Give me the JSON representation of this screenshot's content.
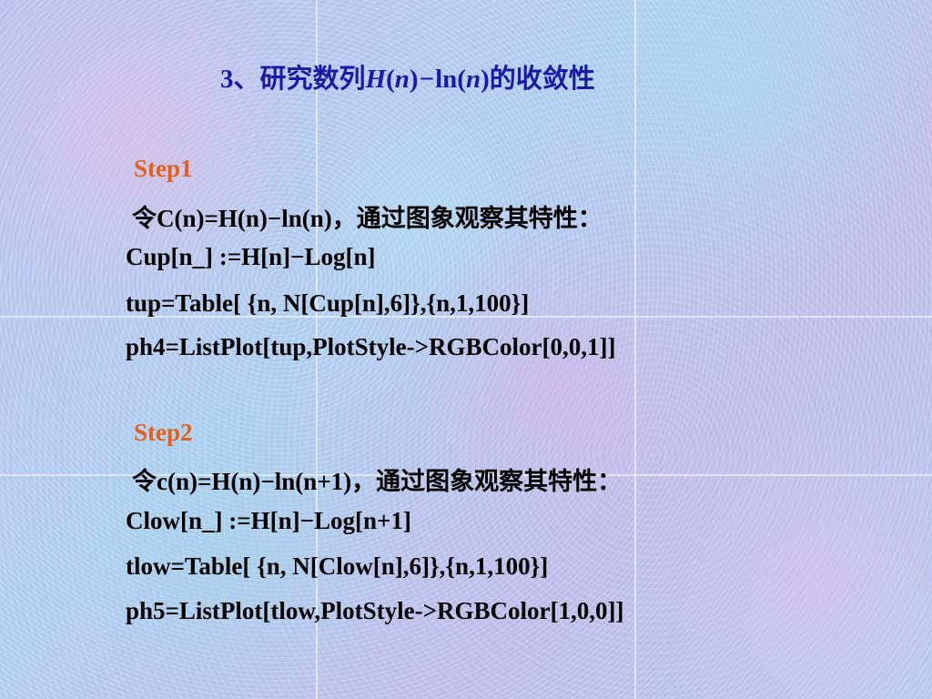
{
  "title": {
    "prefix": "3、研究数列",
    "h": "H",
    "n1": "n",
    "minus": "−",
    "ln": "ln",
    "n2": "n",
    "suffix": "的收敛性"
  },
  "step1": {
    "label": "Step1",
    "intro": "令C(n)=H(n)−ln(n)，通过图象观察其特性：",
    "code": [
      "Cup[n_] :=H[n]−Log[n]",
      "tup=Table[ {n, N[Cup[n],6]},{n,1,100}]",
      "ph4=ListPlot[tup,PlotStyle->RGBColor[0,0,1]]"
    ]
  },
  "step2": {
    "label": "Step2",
    "intro": "令c(n)=H(n)−ln(n+1)，通过图象观察其特性：",
    "code": [
      "Clow[n_] :=H[n]−Log[n+1]",
      "tlow=Table[ {n, N[Clow[n],6]},{n,1,100}]",
      "ph5=ListPlot[tlow,PlotStyle->RGBColor[1,0,0]]"
    ]
  },
  "colors": {
    "title": "#1a1aa6",
    "step_label": "#e2601c",
    "body_text": "#000000"
  }
}
